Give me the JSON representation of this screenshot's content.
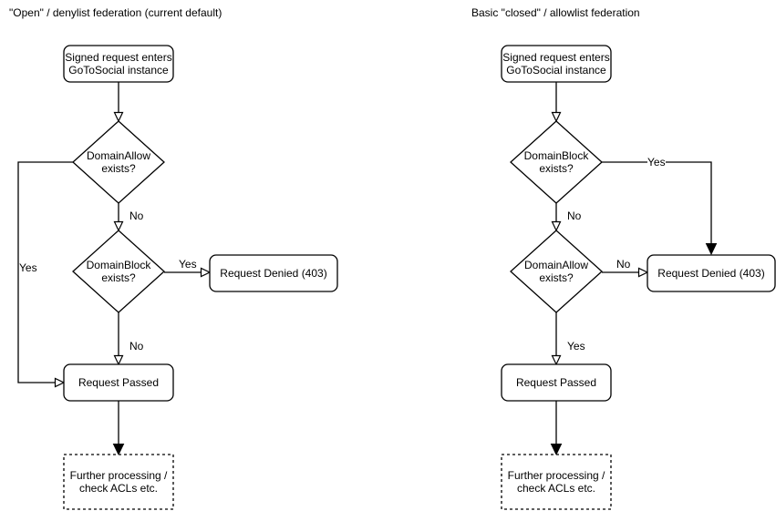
{
  "colors": {
    "background": "#ffffff",
    "stroke": "#000000",
    "text": "#000000"
  },
  "left_chart": {
    "title": "\"Open\" / denylist federation (current default)",
    "nodes": {
      "start": "Signed request enters\nGoToSocial instance",
      "decision1": "DomainAllow\nexists?",
      "decision2": "DomainBlock\nexists?",
      "denied": "Request Denied (403)",
      "passed": "Request Passed",
      "further": "Further processing /\ncheck ACLs etc."
    },
    "edge_labels": {
      "allow_no": "No",
      "allow_yes": "Yes",
      "block_yes": "Yes",
      "block_no": "No"
    }
  },
  "right_chart": {
    "title": "Basic \"closed\" / allowlist federation",
    "nodes": {
      "start": "Signed request enters\nGoToSocial instance",
      "decision1": "DomainBlock\nexists?",
      "decision2": "DomainAllow\nexists?",
      "denied": "Request Denied (403)",
      "passed": "Request Passed",
      "further": "Further processing /\ncheck ACLs etc."
    },
    "edge_labels": {
      "block_yes": "Yes",
      "block_no": "No",
      "allow_no": "No",
      "allow_yes": "Yes"
    }
  }
}
